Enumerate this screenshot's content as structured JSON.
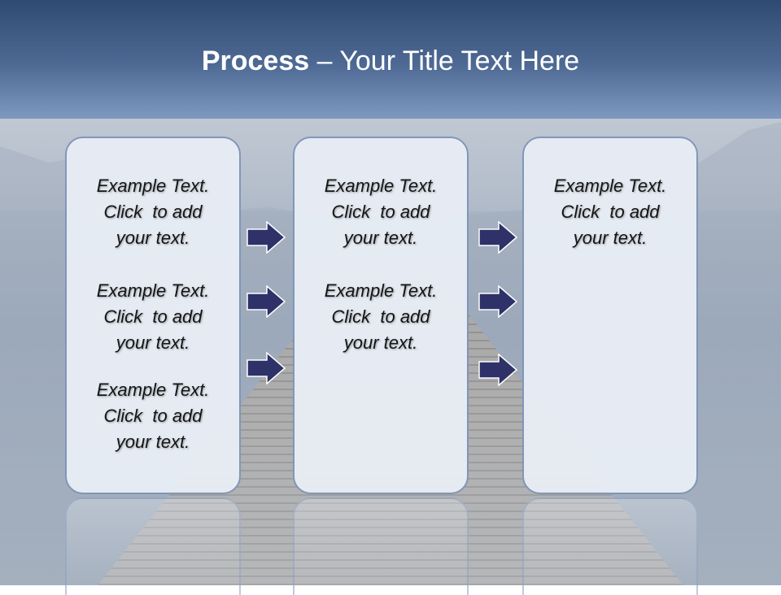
{
  "slide": {
    "title_bold": "Process",
    "title_rest": " – Your Title Text Here"
  },
  "columns": [
    {
      "paragraphs": [
        [
          "Example Text.",
          "Click  to add",
          "your text."
        ],
        [
          "Example Text.",
          "Click  to add",
          "your text."
        ],
        [
          "Example Text.",
          "Click  to add",
          "your text."
        ]
      ]
    },
    {
      "paragraphs": [
        [
          "Example Text.",
          "Click  to add",
          "your text."
        ],
        [
          "Example Text.",
          "Click  to add",
          "your text."
        ]
      ]
    },
    {
      "paragraphs": [
        [
          "Example Text.",
          "Click  to add",
          "your text."
        ]
      ]
    }
  ],
  "colors": {
    "title_band_top": "#2f4a72",
    "box_fill": "#e8edf5",
    "box_border": "#7f96b8",
    "arrow_fill": "#2e3268"
  },
  "icons": {
    "connector": "right-arrow-icon"
  }
}
